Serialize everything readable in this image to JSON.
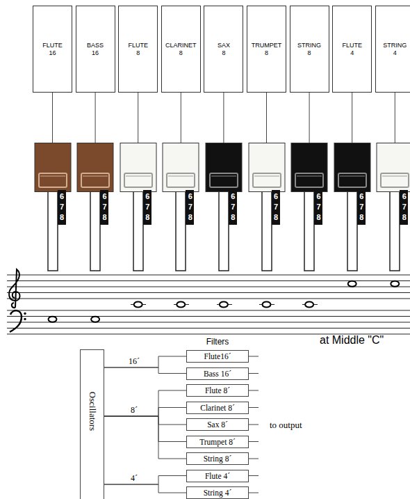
{
  "diagram": {
    "nodes": [
      {
        "text": [
          "FLUTE 16"
        ]
      },
      {
        "text": [
          "BASS 16"
        ]
      },
      {
        "text": [
          "FLUTE 8"
        ]
      },
      {
        "text": [
          "CLARINET 8"
        ]
      },
      {
        "text": [
          "SAX 8"
        ]
      },
      {
        "text": [
          "TRUMPET 8"
        ]
      },
      {
        "text": [
          "STRING 8"
        ]
      },
      {
        "text": [
          "FLUTE 4"
        ]
      },
      {
        "text": [
          "STRING 4"
        ]
      },
      {
        "text": [
          "6 7 8"
        ]
      },
      {
        "text": [
          "6 7 8"
        ]
      },
      {
        "text": [
          "6 7 8"
        ]
      },
      {
        "text": [
          "6 7 8"
        ]
      },
      {
        "text": [
          "6 7 8"
        ]
      },
      {
        "text": [
          "6 7 8"
        ]
      },
      {
        "text": [
          "6 7 8"
        ]
      },
      {
        "text": [
          "6 7 8"
        ]
      },
      {
        "text": [
          "6 7 8"
        ]
      },
      {
        "text": [
          "Oscillators"
        ]
      },
      {
        "text": [
          "Flute16´"
        ]
      },
      {
        "text": [
          "Bass 16´"
        ]
      },
      {
        "text": [
          "Flute 8´"
        ]
      },
      {
        "text": [
          "Clarinet 8´"
        ]
      },
      {
        "text": [
          "Sax 8´"
        ]
      },
      {
        "text": [
          "Trumpet 8´"
        ]
      },
      {
        "text": [
          "String 8´"
        ]
      },
      {
        "text": [
          "Flute 4´"
        ]
      },
      {
        "text": [
          "String 4´"
        ]
      }
    ],
    "edges": [
      {
        "from": 0,
        "to": 9,
        "arrow": "none"
      },
      {
        "from": 1,
        "to": 10,
        "arrow": "none"
      },
      {
        "from": 2,
        "to": 11,
        "arrow": "none"
      },
      {
        "from": 3,
        "to": 12,
        "arrow": "none"
      },
      {
        "from": 4,
        "to": 13,
        "arrow": "none"
      },
      {
        "from": 5,
        "to": 14,
        "arrow": "none"
      },
      {
        "from": 6,
        "to": 15,
        "arrow": "none"
      },
      {
        "from": 7,
        "to": 16,
        "arrow": "none"
      },
      {
        "from": 8,
        "to": 17,
        "arrow": "none"
      },
      {
        "from": 18,
        "to": 19,
        "arrow": "none",
        "label": "16´"
      },
      {
        "from": 18,
        "to": 20,
        "arrow": "none"
      },
      {
        "from": 18,
        "to": 21,
        "arrow": "none",
        "label": "8´"
      },
      {
        "from": 18,
        "to": 22,
        "arrow": "none"
      },
      {
        "from": 18,
        "to": 23,
        "arrow": "none"
      },
      {
        "from": 18,
        "to": 24,
        "arrow": "none"
      },
      {
        "from": 18,
        "to": 25,
        "arrow": "none"
      },
      {
        "from": 18,
        "to": 26,
        "arrow": "none",
        "label": "4´"
      },
      {
        "from": 18,
        "to": 27,
        "arrow": "none"
      }
    ],
    "labels": [
      "Filters",
      "at Middle \"C\"",
      "to output"
    ]
  }
}
